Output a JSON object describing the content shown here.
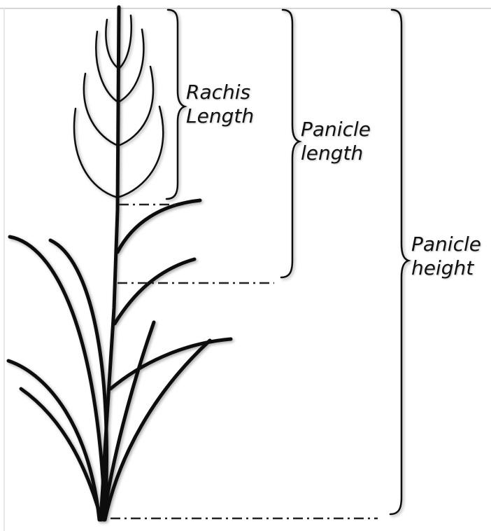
{
  "labels": {
    "rachis": {
      "line1": "Rachis",
      "line2": "Length"
    },
    "panicle_length": {
      "line1": "Panicle",
      "line2": "length"
    },
    "panicle_height": {
      "line1": "Panicle",
      "line2": "height"
    }
  },
  "colors": {
    "plant": "#111111",
    "guide": "#222222",
    "background": "#ffffff"
  }
}
